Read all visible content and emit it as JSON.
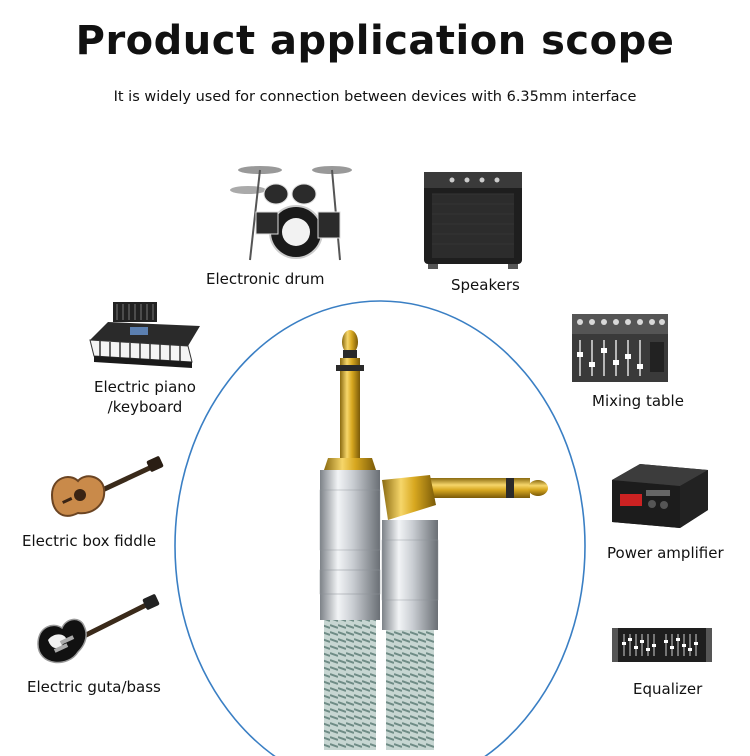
{
  "header": {
    "title": "Product application scope",
    "subtitle": "It is widely used for connection between devices with 6.35mm interface"
  },
  "devices": {
    "drum": {
      "label": "Electronic drum",
      "icon": "drum-kit-icon"
    },
    "speakers": {
      "label": "Speakers",
      "icon": "amplifier-speaker-icon"
    },
    "piano": {
      "label_line1": "Electric piano",
      "label_line2": "/keyboard",
      "icon": "keyboard-icon"
    },
    "mixer": {
      "label": "Mixing table",
      "icon": "mixing-console-icon"
    },
    "fiddle": {
      "label": "Electric box fiddle",
      "icon": "acoustic-guitar-icon"
    },
    "power": {
      "label": "Power amplifier",
      "icon": "power-amplifier-icon"
    },
    "bass": {
      "label": "Electric guta/bass",
      "icon": "electric-guitar-icon"
    },
    "eq": {
      "label": "Equalizer",
      "icon": "equalizer-icon"
    }
  },
  "colors": {
    "oval_stroke": "#3a7fc4",
    "gold": "#d8a820",
    "chrome": "#c9cdd2",
    "cable": "#9bb5b0"
  }
}
